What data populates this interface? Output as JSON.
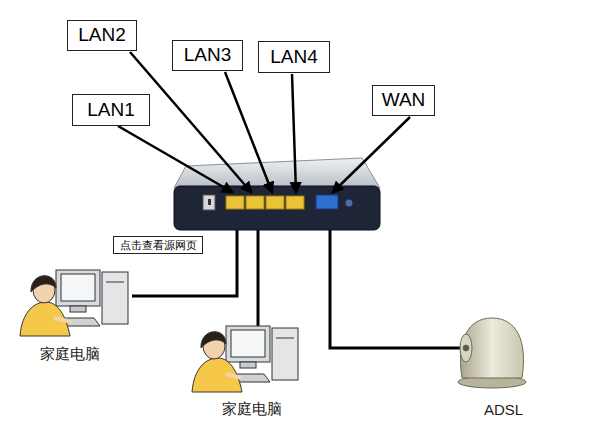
{
  "diagram": {
    "nodes": [
      {
        "text": [
          "LAN2"
        ]
      },
      {
        "text": [
          "LAN3"
        ]
      },
      {
        "text": [
          "LAN4"
        ]
      },
      {
        "text": [
          "WAN"
        ]
      },
      {
        "text": [
          "LAN1"
        ]
      },
      {
        "text": [
          "点击查看源网页"
        ]
      }
    ],
    "labels": [
      "家庭电脑",
      "家庭电脑",
      "ADSL"
    ]
  }
}
